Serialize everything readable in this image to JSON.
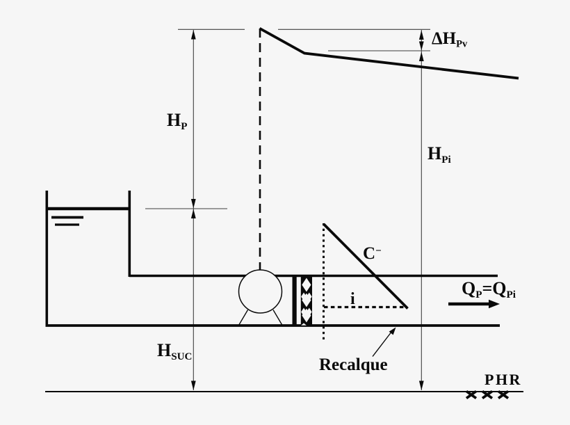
{
  "colors": {
    "background": "#f6f6f6",
    "ink": "#0a0a0a",
    "thin": "#3f3f3f"
  },
  "labels": {
    "hp": {
      "base": "H",
      "sub": "P"
    },
    "dhpv": {
      "base": "ΔH",
      "sub": "Pv"
    },
    "hpi": {
      "base": "H",
      "sub": "Pi"
    },
    "hsuc": {
      "base": "H",
      "sub": "SUC"
    },
    "c_characteristic": {
      "base": "C",
      "sup": "−"
    },
    "slope": {
      "text": "i"
    },
    "flow": {
      "q1": "Q",
      "q1_sub": "P",
      "equals": "=",
      "q2": "Q",
      "q2_sub": "Pi"
    },
    "recalque": {
      "text": "Recalque"
    },
    "phr": {
      "text": "PHR"
    }
  }
}
